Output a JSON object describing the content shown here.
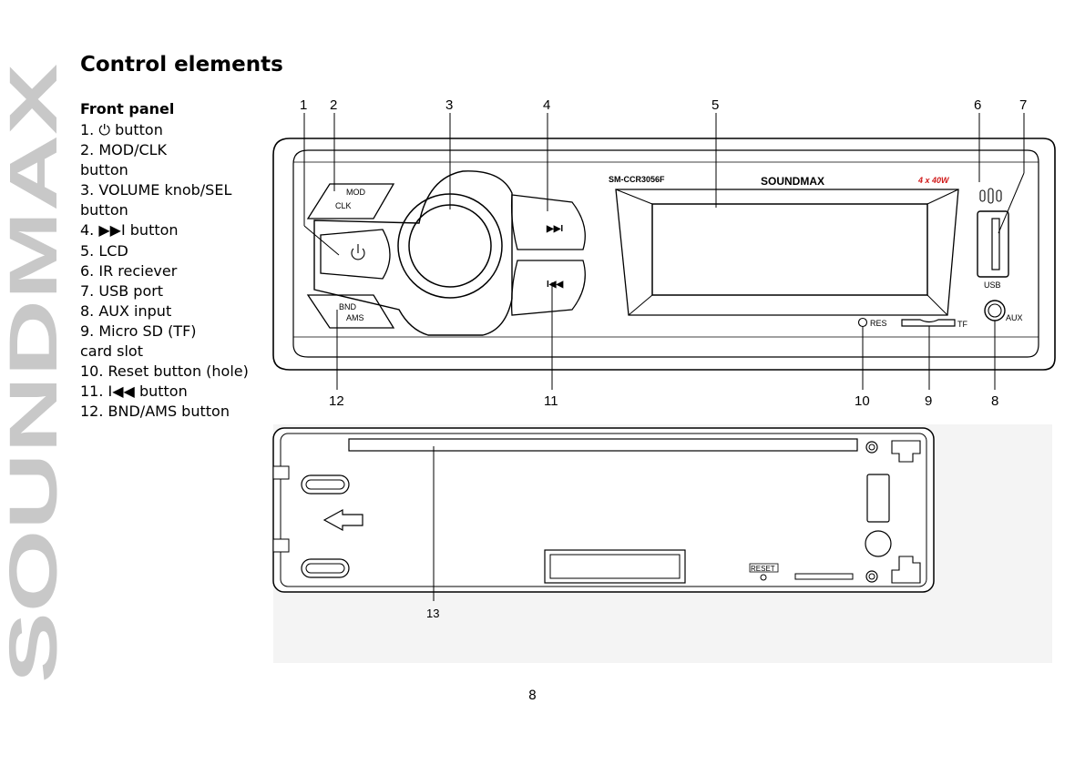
{
  "brand_watermark": "SOUNDMAX",
  "title": "Control elements",
  "subtitle": "Front panel",
  "legend_items": [
    "1.  ⏻ button",
    "2.   MOD/CLK",
    "button",
    "3. VOLUME knob/SEL",
    "button",
    "4.  ▶▶I button",
    "5.   LCD",
    "6.   IR reciever",
    "7.   USB port",
    "8.   AUX input",
    "9.   Micro SD (TF)",
    "card slot",
    "10. Reset button (hole)",
    "11. I◀◀ button",
    "12. BND/AMS button"
  ],
  "callouts_top": [
    "1",
    "2",
    "3",
    "4",
    "5",
    "6",
    "7"
  ],
  "callouts_bottom": [
    "12",
    "11",
    "10",
    "9",
    "8"
  ],
  "callout_13": "13",
  "panel_labels": {
    "model": "SM-CCR3056F",
    "brand": "SOUNDMAX",
    "power": "4 x 40W",
    "mod": "MOD",
    "clk": "CLK",
    "bnd": "BND",
    "ams": "AMS",
    "next": "▶▶I",
    "prev": "I◀◀",
    "res": "RES",
    "tf": "TF",
    "usb": "USB",
    "aux": "AUX",
    "reset_back": "RESET"
  },
  "page_number": "8",
  "colors": {
    "watermark": "#c8c8c8",
    "power_label": "#d01818",
    "figure_bg": "#f4f4f4"
  }
}
